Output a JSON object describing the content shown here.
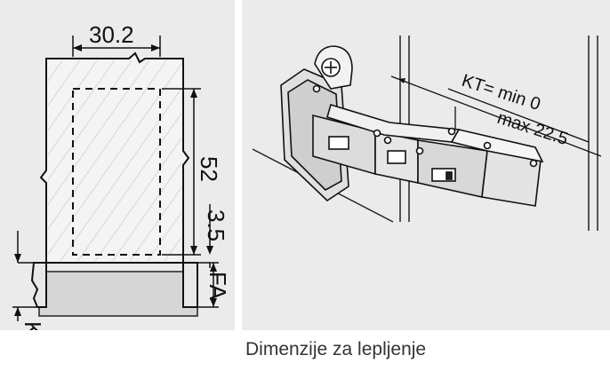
{
  "left_drawing": {
    "dim_width": "30.2",
    "dim_height": "52",
    "dim_offset": "3.5",
    "dim_fa": "FA",
    "dim_kt": "KT"
  },
  "right_drawing": {
    "kt_min": "KT= min 0",
    "kt_max": "max 22.5"
  },
  "caption": "Dimenzije za lepljenje"
}
